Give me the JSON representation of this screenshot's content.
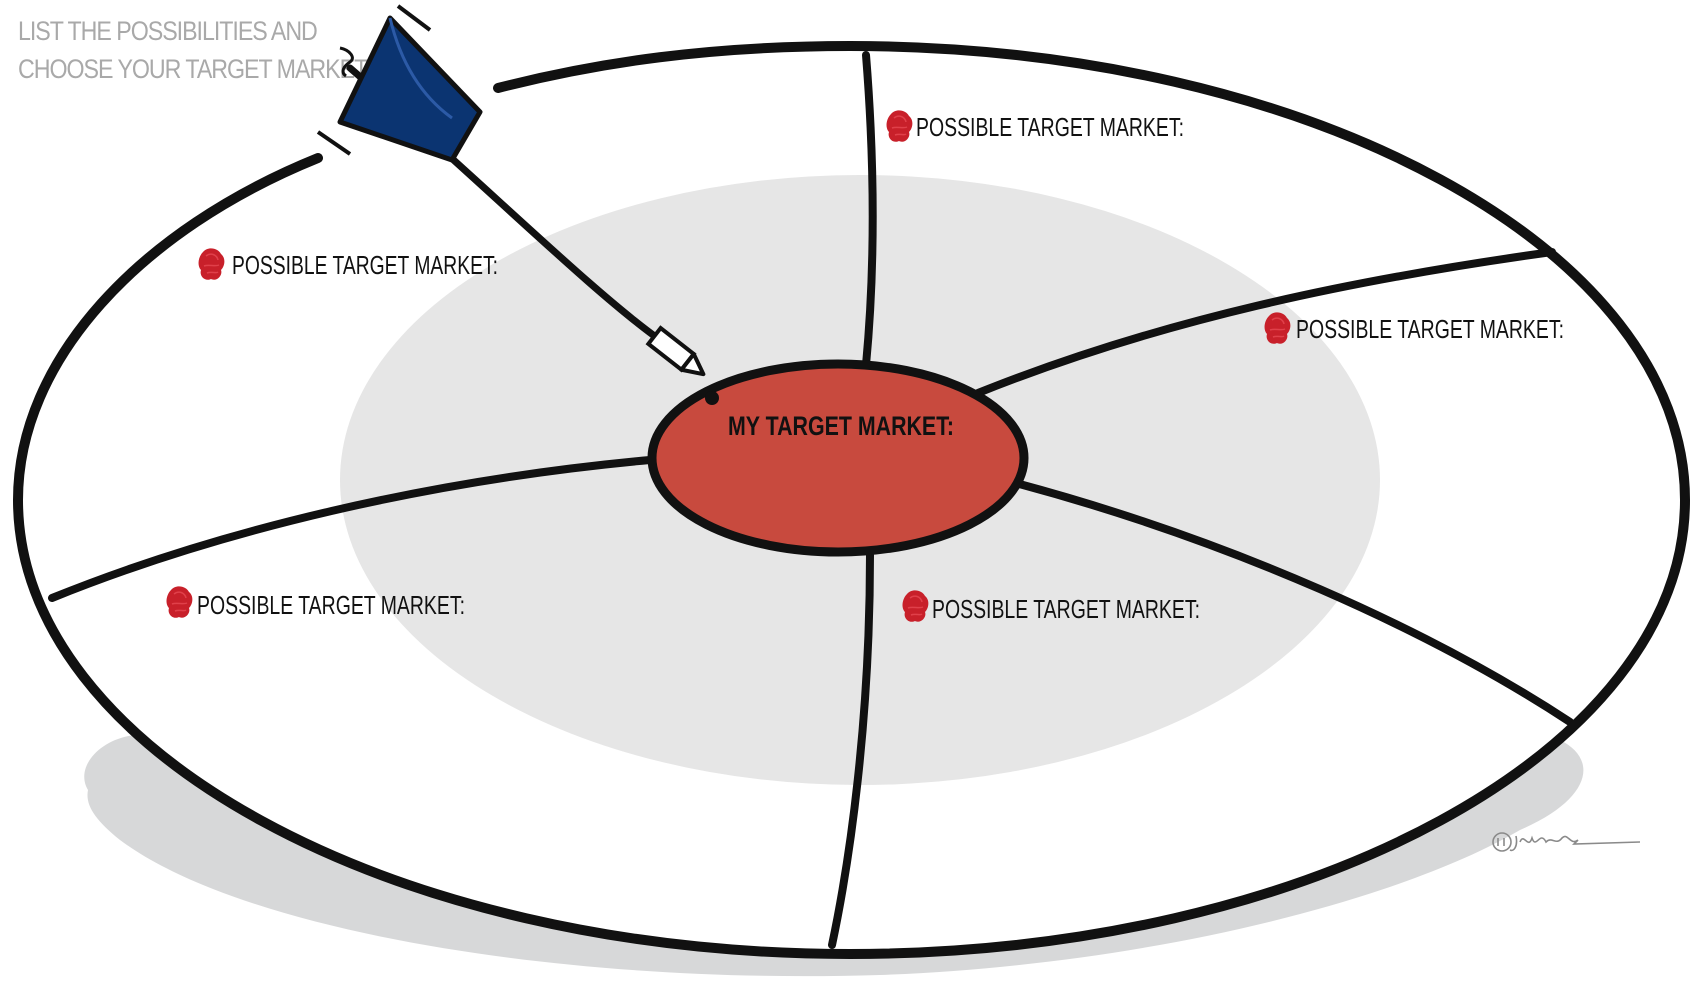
{
  "instructions": {
    "line1": "LIST THE POSSIBILITIES AND",
    "line2": "CHOOSE YOUR TARGET MARKET"
  },
  "center": {
    "label": "MY TARGET MARKET:"
  },
  "segments": [
    {
      "label": "POSSIBLE TARGET MARKET:",
      "position": "top"
    },
    {
      "label": "POSSIBLE TARGET MARKET:",
      "position": "upper-left"
    },
    {
      "label": "POSSIBLE TARGET MARKET:",
      "position": "right"
    },
    {
      "label": "POSSIBLE TARGET MARKET:",
      "position": "lower-left"
    },
    {
      "label": "POSSIBLE TARGET MARKET:",
      "position": "bottom"
    }
  ],
  "colors": {
    "outline": "#111111",
    "bullseye": "#c84a3e",
    "inner_ring": "#e6e6e6",
    "shadow": "#d7d8d9",
    "bullet": "#c8202a",
    "arrow_fletching": "#0b3471",
    "instruction_text": "#a9a9a9"
  },
  "icons": {
    "bullet": "red-scribble-bullet",
    "arrow": "dart-arrow-icon",
    "signature": "artist-signature"
  }
}
